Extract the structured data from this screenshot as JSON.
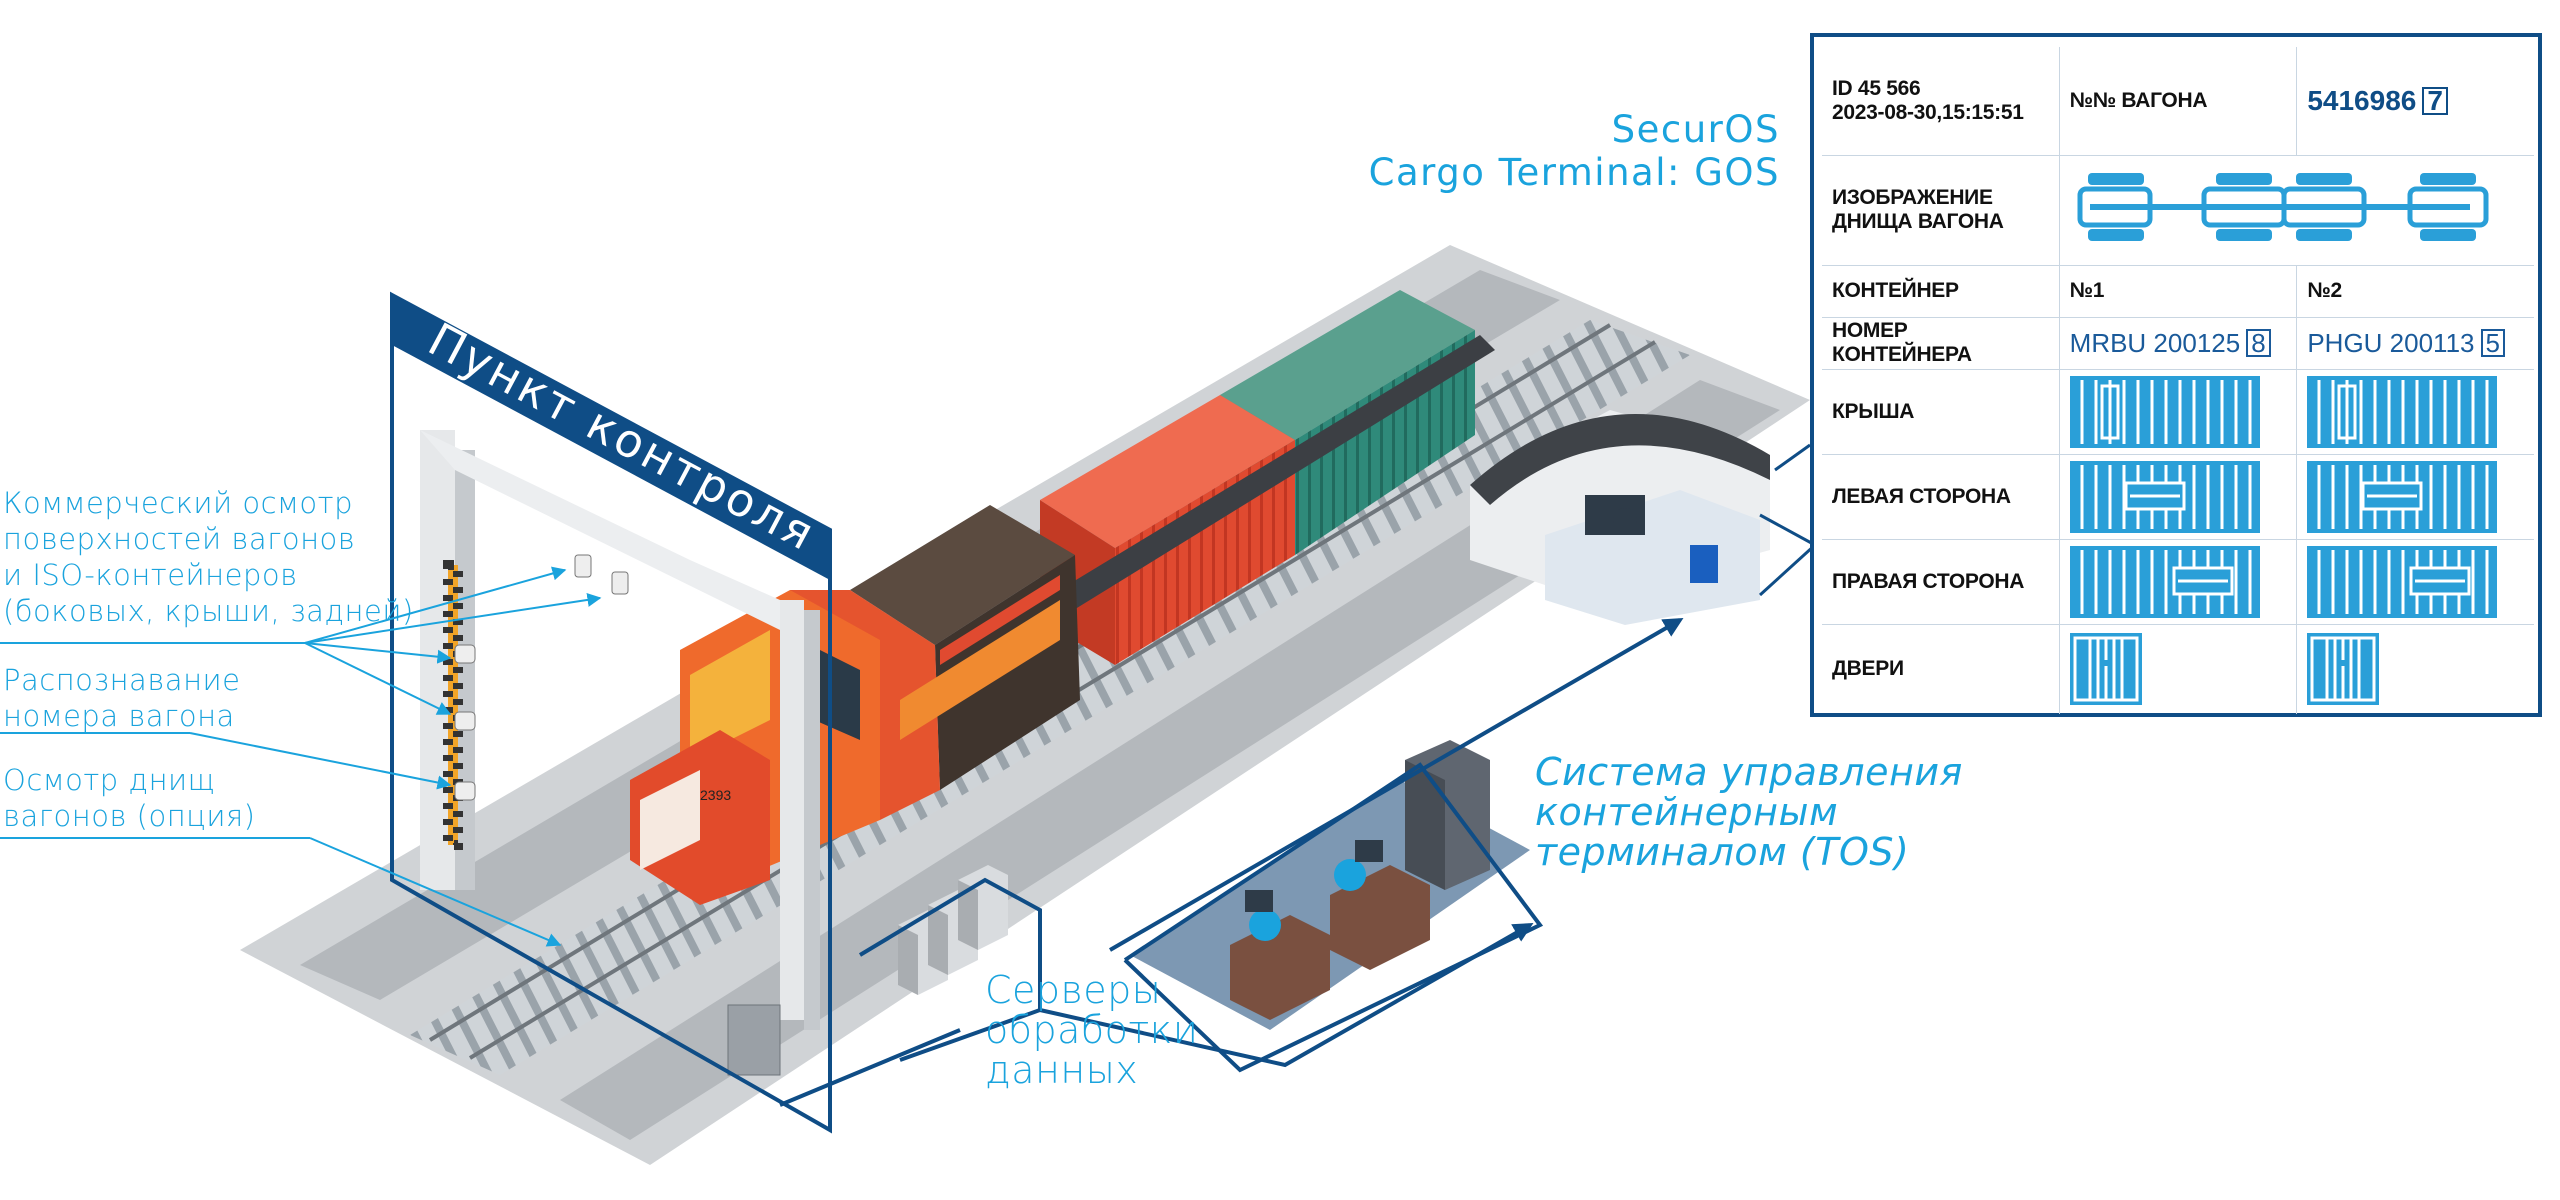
{
  "banner": {
    "title": "Пункт контроля"
  },
  "brand": {
    "line1": "SecurOS",
    "line2": "Cargo Terminal: GOS"
  },
  "labels": {
    "commercial": [
      "Коммерческий осмотр",
      "поверхностей вагонов",
      "и ISO-контейнеров",
      "(боковых, крыши, задней)"
    ],
    "recognition": [
      "Распознавание",
      "номера вагона"
    ],
    "underbody": [
      "Осмотр днищ",
      "вагонов (опция)"
    ],
    "servers": [
      "Серверы",
      "обработки",
      "данных"
    ],
    "tos": [
      "Система управления",
      "контейнерным",
      "терминалом (TOS)"
    ]
  },
  "locomotive_number": "2393",
  "record": {
    "id": "ID 45 566",
    "datetime": "2023-08-30,15:15:51",
    "wagon_header": "№№ ВАГОНА",
    "wagon_number": "5416986",
    "wagon_check": "7",
    "underbody_label_1": "ИЗОБРАЖЕНИЕ",
    "underbody_label_2": "ДНИЩА ВАГОНА",
    "container_label": "КОНТЕЙНЕР",
    "container_1": "№1",
    "container_2": "№2",
    "container_number_label": "НОМЕР КОНТЕЙНЕРА",
    "container_number_1": "MRBU 200125",
    "container_check_1": "8",
    "container_number_2": "PHGU 200113",
    "container_check_2": "5",
    "roof_label": "КРЫША",
    "left_label": "ЛЕВАЯ СТОРОНА",
    "right_label": "ПРАВАЯ СТОРОНА",
    "doors_label": "ДВЕРИ"
  },
  "colors": {
    "accent": "#1aa3dd",
    "navy": "#0f4d86",
    "container_blue": "#2a9fd8"
  }
}
